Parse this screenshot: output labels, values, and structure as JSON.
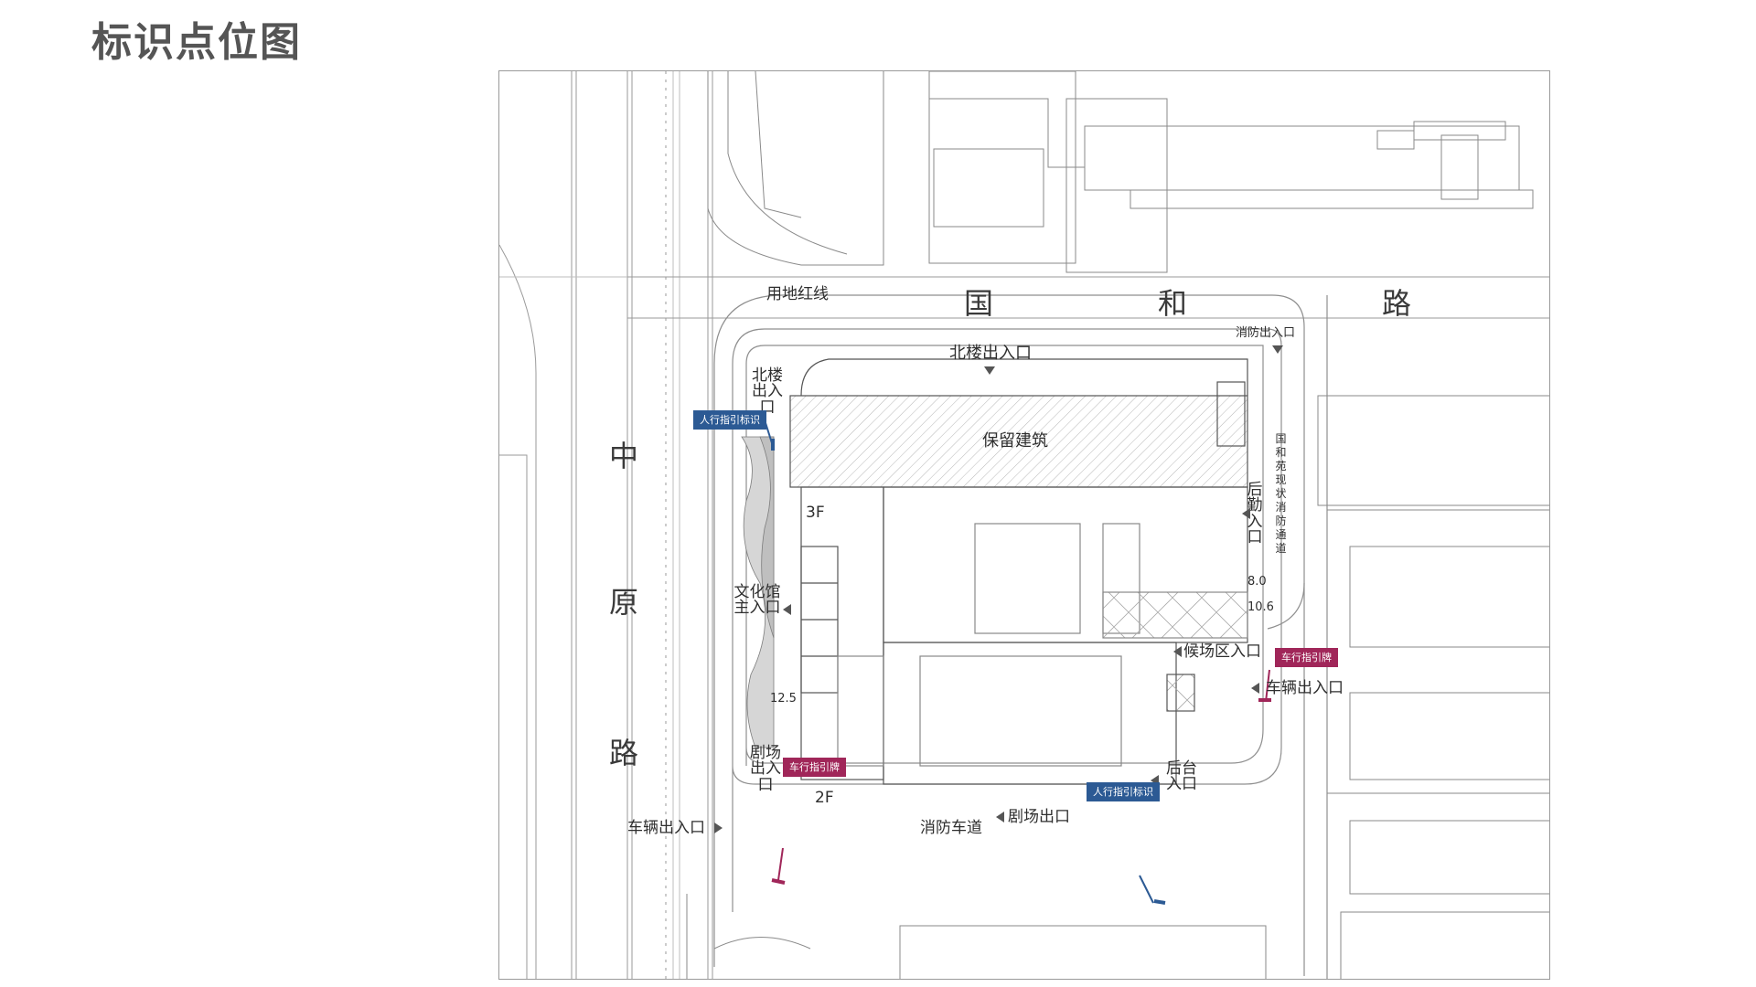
{
  "title": "标识点位图",
  "map": {
    "roads": {
      "north": [
        "国",
        "和",
        "路"
      ],
      "west": [
        "中",
        "原",
        "路"
      ]
    },
    "building": {
      "retained": "保留建筑",
      "floor_3f": "3F",
      "floor_2f": "2F"
    },
    "labels": {
      "red_line": "用地红线",
      "north_entrance": "北楼出入口",
      "north_entrance_side": "北楼出入口",
      "fire_exit": "消防出入口",
      "fire_lane_vertical": "国和苑现状消防通道",
      "logistics": "后勤入口",
      "waiting": "候场区入口",
      "vehicle_east": "车辆出入口",
      "backstage": "后台入口",
      "theater_exit": "剧场出口",
      "fire_lane": "消防车道",
      "vehicle_west": "车辆出入口",
      "theater_entrance": "剧场出入口",
      "cultural_main": "文化馆主入口"
    },
    "signs": [
      {
        "id": "pedestrian-north",
        "text": "人行指引标识",
        "color": "#2c5a94"
      },
      {
        "id": "vehicle-east",
        "text": "车行指引牌",
        "color": "#a02659"
      },
      {
        "id": "vehicle-southwest",
        "text": "车行指引牌",
        "color": "#a02659"
      },
      {
        "id": "pedestrian-south",
        "text": "人行指引标识",
        "color": "#2c5a94"
      }
    ],
    "elevations": [
      "8.0",
      "10.6",
      "12.5"
    ]
  },
  "colors": {
    "pedestrian_sign": "#2c5a94",
    "vehicle_sign": "#a02659"
  }
}
